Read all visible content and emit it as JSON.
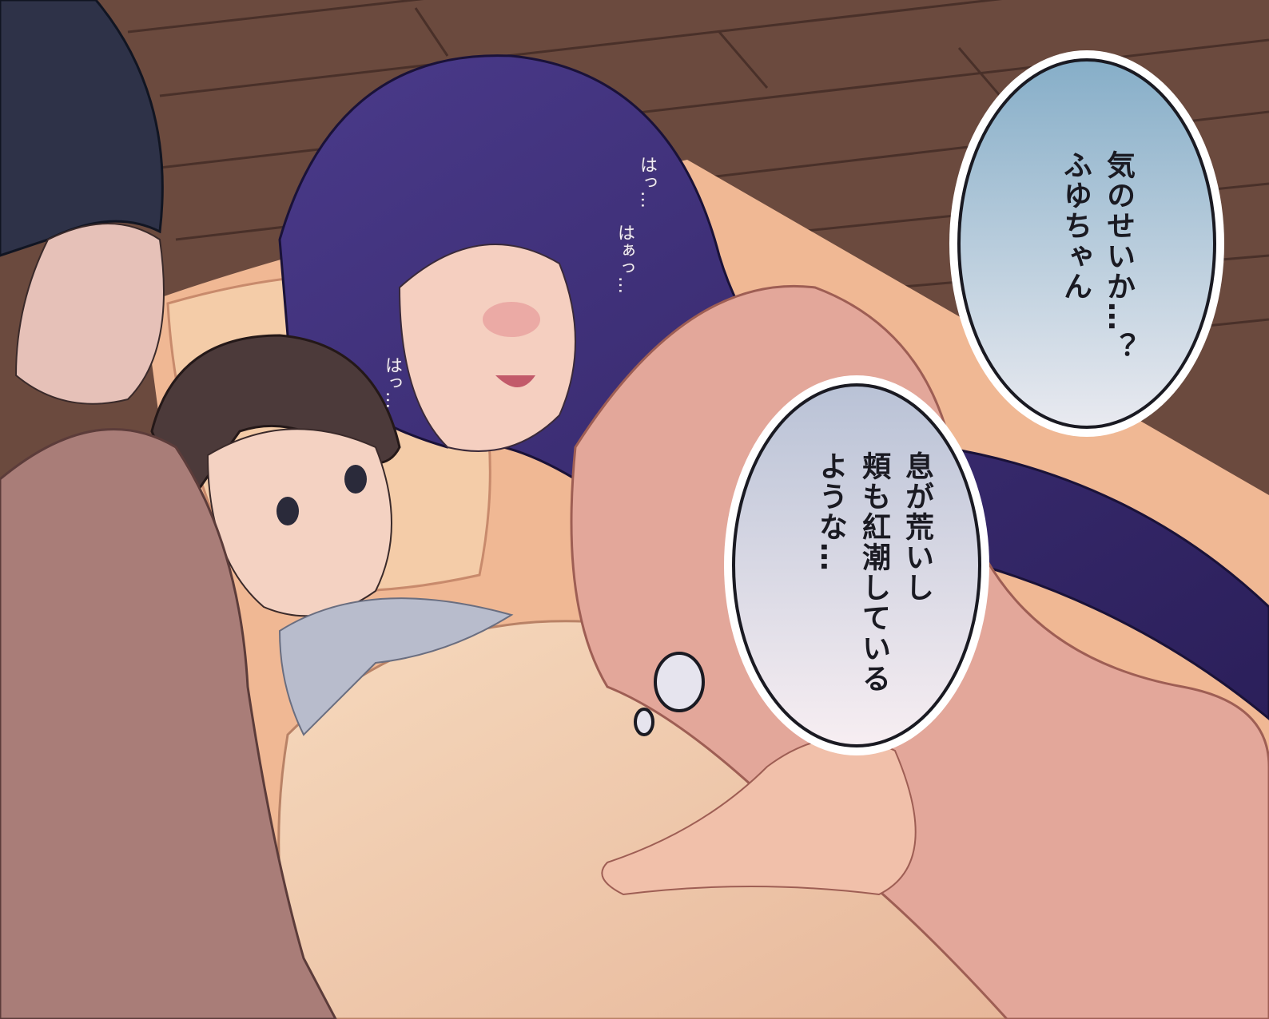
{
  "panel": {
    "bubbles": [
      {
        "text": "気のせいか…？\nふゆちゃん"
      },
      {
        "text": "息が荒いし\n頬も紅潮している\nような…"
      }
    ],
    "sound_effects": [
      {
        "text": "はっ…"
      },
      {
        "text": "はぁっ…"
      },
      {
        "text": "はっ…"
      }
    ]
  },
  "colors": {
    "floor": "#6b4a3e",
    "hair_woman": "#3a2a6e",
    "pajama": "#e3a79a",
    "blanket": "#f2cdb0",
    "bubble_top": "#8fb4cc",
    "bubble_bottom": "#f3edf1"
  }
}
